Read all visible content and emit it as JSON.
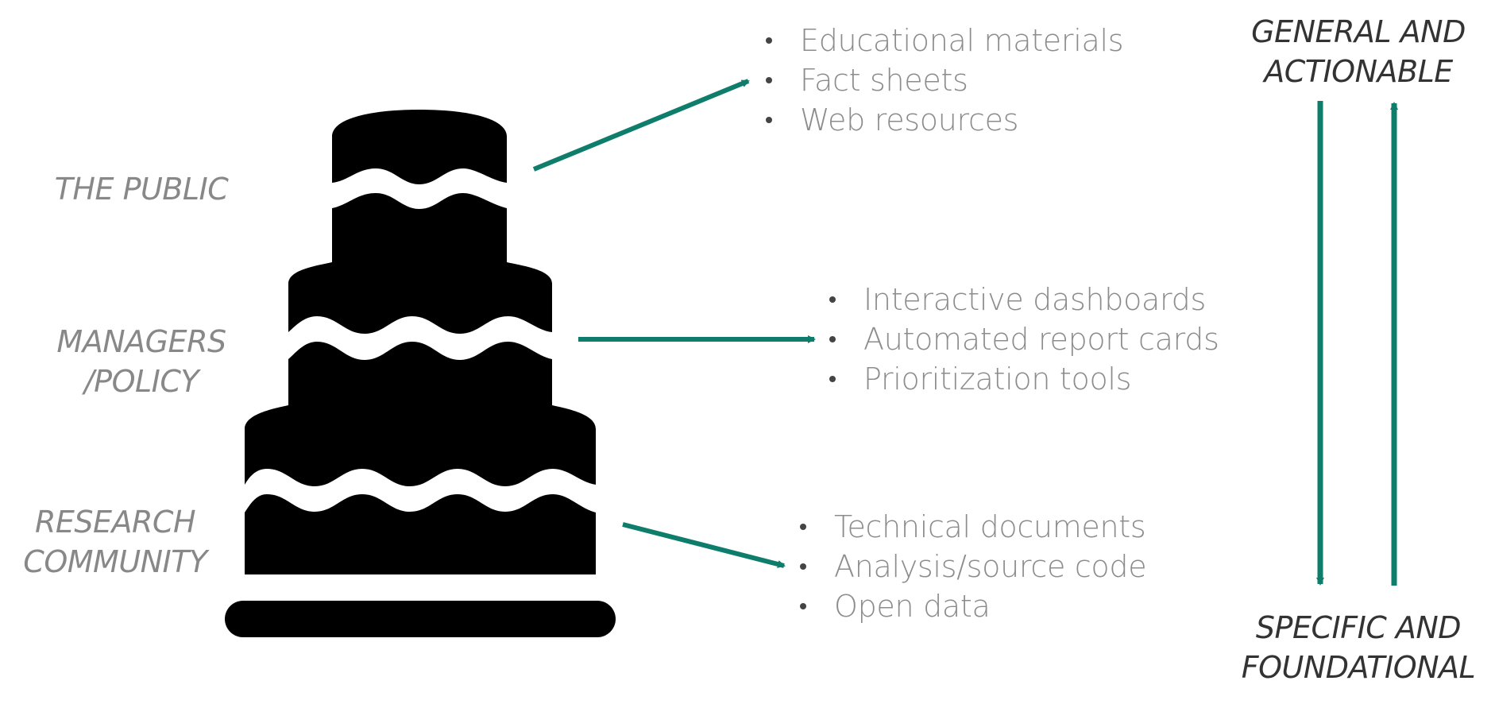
{
  "tiers": {
    "public": {
      "lines": [
        "THE PUBLIC"
      ]
    },
    "managers": {
      "lines": [
        "MANAGERS",
        "/POLICY"
      ]
    },
    "research": {
      "lines": [
        "RESEARCH",
        "COMMUNITY"
      ]
    }
  },
  "outputs": {
    "public": [
      "Educational materials",
      "Fact sheets",
      "Web resources"
    ],
    "managers": [
      "Interactive dashboards",
      "Automated report cards",
      "Prioritization tools"
    ],
    "research": [
      "Technical documents",
      "Analysis/source code",
      "Open data"
    ]
  },
  "axis": {
    "top": [
      "GENERAL AND",
      "ACTIONABLE"
    ],
    "bottom": [
      "SPECIFIC AND",
      "FOUNDATIONAL"
    ]
  },
  "colors": {
    "arrow": "#0f7d6c",
    "cake": "#000000",
    "label_text": "#888888",
    "axis_text": "#333333"
  }
}
